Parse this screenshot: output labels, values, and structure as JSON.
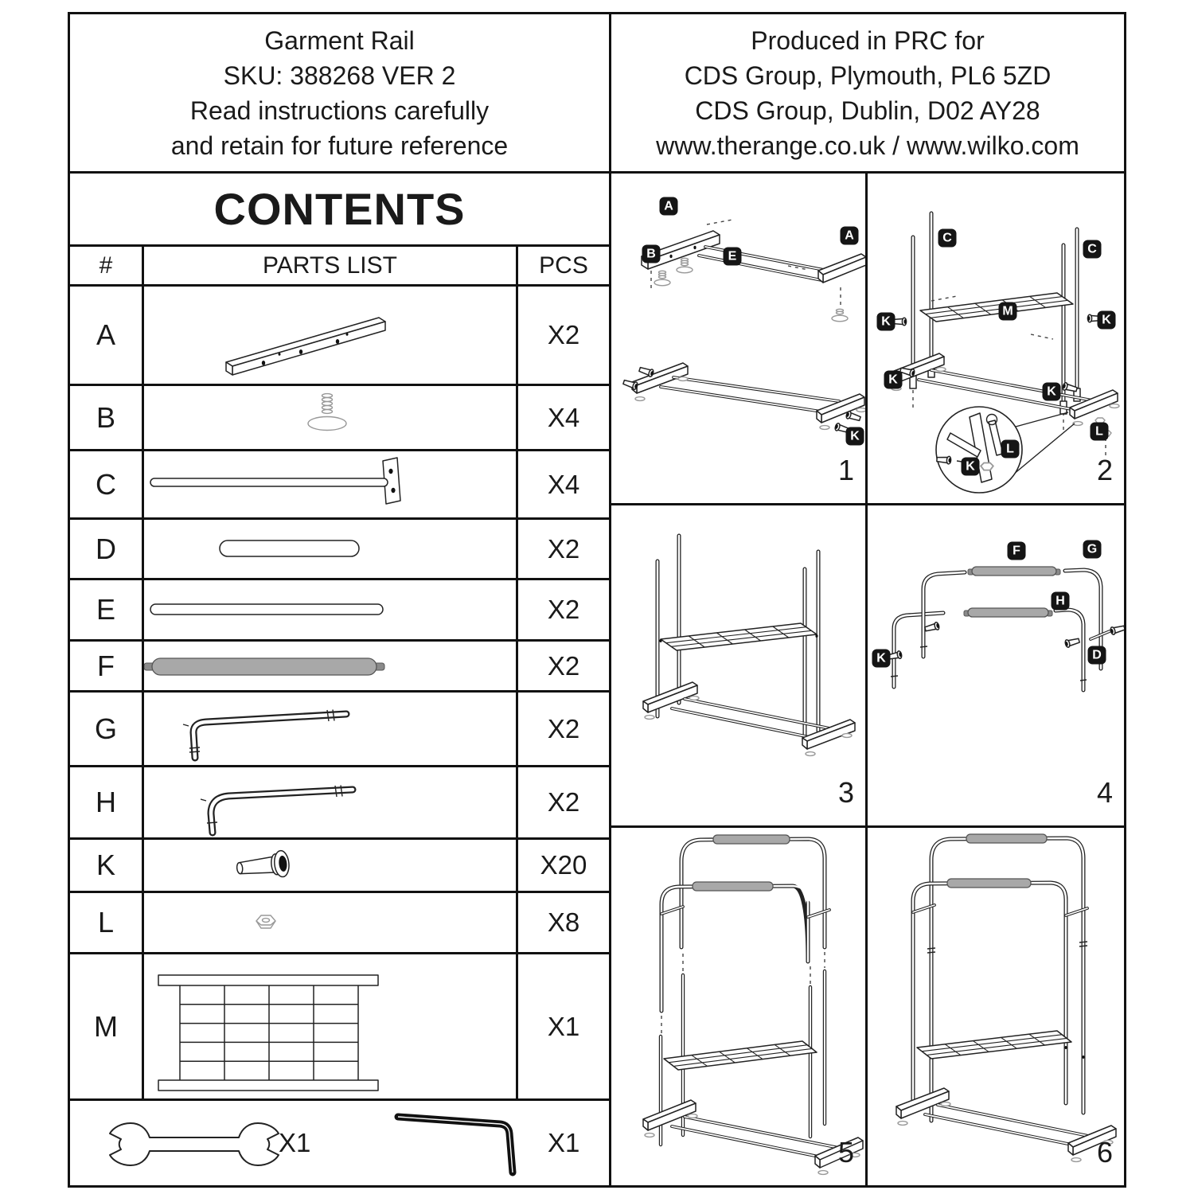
{
  "colors": {
    "line": "#1a1a1a",
    "badge_bg": "#151515",
    "badge_text": "#ffffff",
    "foam_gray": "#a8a8a8"
  },
  "left_header": {
    "lines": [
      "Garment Rail",
      "SKU: 388268 VER 2",
      "Read instructions carefully",
      "and retain for future reference"
    ]
  },
  "right_header": {
    "lines": [
      "Produced in PRC for",
      "CDS Group, Plymouth, PL6 5ZD",
      "CDS Group, Dublin, D02 AY28",
      "www.therange.co.uk / www.wilko.com"
    ]
  },
  "contents_title": "CONTENTS",
  "table": {
    "columns": [
      "#",
      "PARTS LIST",
      "PCS"
    ],
    "rows": [
      {
        "id": "A",
        "drawing": "square-bar-with-holes",
        "pcs": "X2"
      },
      {
        "id": "B",
        "drawing": "adjustable-foot",
        "pcs": "X4"
      },
      {
        "id": "C",
        "drawing": "hook-tube-with-plate",
        "pcs": "X4"
      },
      {
        "id": "D",
        "drawing": "short-tube",
        "pcs": "X2"
      },
      {
        "id": "E",
        "drawing": "long-tube",
        "pcs": "X2"
      },
      {
        "id": "F",
        "drawing": "foam-covered-tube",
        "pcs": "X2"
      },
      {
        "id": "G",
        "drawing": "corner-tube-long-arm",
        "pcs": "X2"
      },
      {
        "id": "H",
        "drawing": "corner-tube-short-arm",
        "pcs": "X2"
      },
      {
        "id": "K",
        "drawing": "socket-bolt",
        "pcs": "X20"
      },
      {
        "id": "L",
        "drawing": "hex-nut",
        "pcs": "X8"
      },
      {
        "id": "M",
        "drawing": "wire-mesh-shelf",
        "pcs": "X1"
      }
    ],
    "tools": [
      {
        "drawing": "open-end-wrench",
        "pcs": "X1"
      },
      {
        "drawing": "allen-key",
        "pcs": "X1"
      }
    ]
  },
  "steps": [
    {
      "number": "1",
      "badges": [
        "A",
        "B",
        "E",
        "A",
        "K"
      ]
    },
    {
      "number": "2",
      "badges": [
        "C",
        "C",
        "K",
        "M",
        "K",
        "K",
        "K",
        "L",
        "L",
        "K"
      ]
    },
    {
      "number": "3",
      "badges": []
    },
    {
      "number": "4",
      "badges": [
        "F",
        "G",
        "H",
        "K",
        "D"
      ]
    },
    {
      "number": "5",
      "badges": []
    },
    {
      "number": "6",
      "badges": []
    }
  ]
}
